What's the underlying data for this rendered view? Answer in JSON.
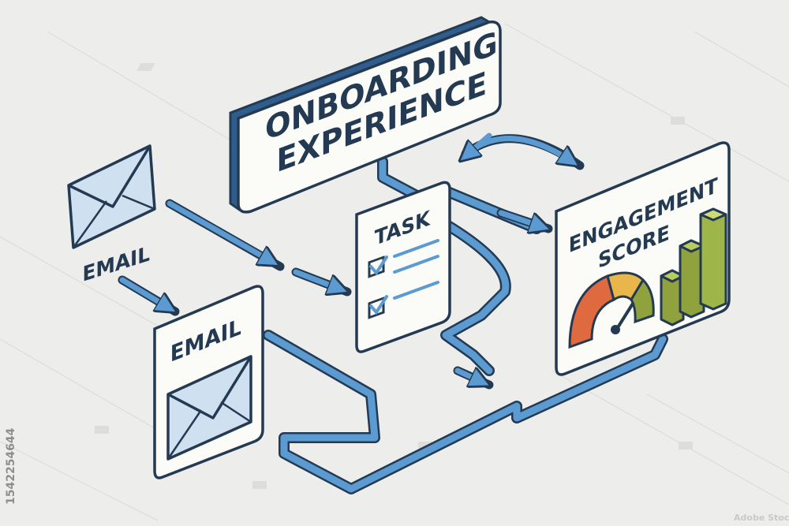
{
  "title": {
    "line1": "ONBOARDING",
    "line2": "EXPERIENCE"
  },
  "email_left": {
    "label": "EMAIL"
  },
  "email_card": {
    "label": "EMAIL"
  },
  "task_card": {
    "label": "TASK"
  },
  "score_card": {
    "line1": "ENGAGEMENT",
    "line2": "SCORE"
  },
  "watermark": {
    "side_id": "1542254644",
    "brand": "Adobe Stock"
  },
  "colors": {
    "background": "#ededeb",
    "outline": "#243a52",
    "flow_blue": "#5b9bd1",
    "card_fill": "#fbfbf7",
    "envelope_fill": "#cfe1f0",
    "gauge_red": "#e06a3f",
    "gauge_yellow": "#e8b64a",
    "gauge_green": "#8fa23d",
    "bar_green": "#9eb54a"
  }
}
